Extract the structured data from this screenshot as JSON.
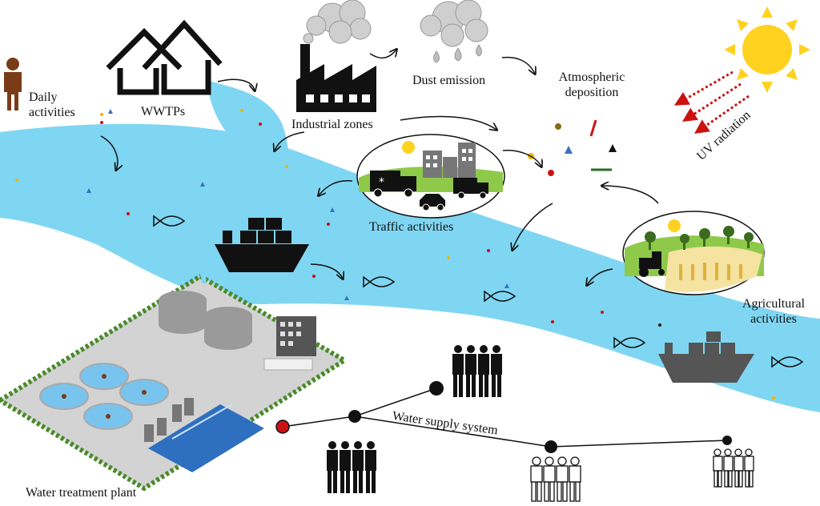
{
  "labels": {
    "daily_activities": [
      "Daily",
      "activities"
    ],
    "wwtps": "WWTPs",
    "industrial_zones": "Industrial zones",
    "dust_emission": "Dust emission",
    "atmospheric_deposition": [
      "Atmospheric",
      "deposition"
    ],
    "uv_radiation": "UV radiation",
    "traffic_activities": "Traffic activities",
    "agricultural_activities": [
      "Agricultural",
      "activities"
    ],
    "water_supply_system": "Water supply system",
    "water_treatment_plant": "Water treatment plant"
  },
  "colors": {
    "river": "#7fd6f2",
    "river_dark": "#5cc3ea",
    "sun": "#ffd21f",
    "uv_arrow": "#cc1111",
    "tree": "#4a8a2a",
    "field": "#f4e3a1",
    "building": "#555555",
    "ground": "#cfcfcf",
    "node_source": "#cc1111"
  },
  "icons": [
    "person-icon",
    "houses-icon",
    "factory-icon",
    "cloud-icon",
    "sun-icon",
    "city-traffic-icon",
    "truck-icon",
    "car-icon",
    "ship-icon",
    "fish-icon",
    "farm-icon",
    "tractor-icon",
    "people-group-icon"
  ]
}
